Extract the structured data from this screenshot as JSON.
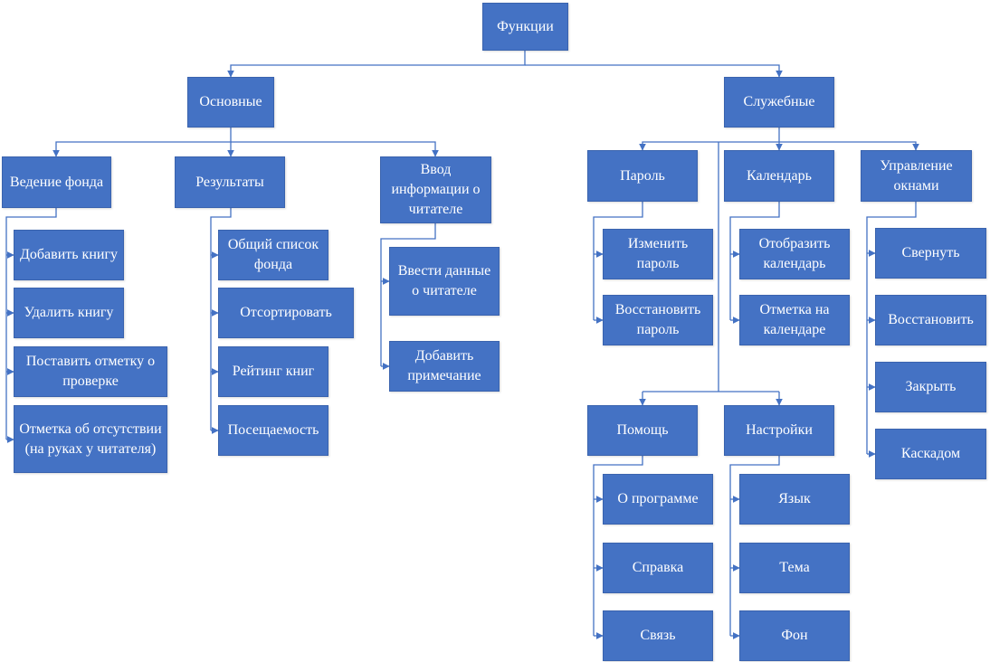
{
  "diagram": {
    "colors": {
      "box_fill": "#4472c4",
      "connector": "#4472c4",
      "text": "#ffffff"
    },
    "root": {
      "label": "Функции"
    },
    "main": {
      "label": "Основные",
      "groups": [
        {
          "label": "Ведение фонда",
          "items": [
            "Добавить книгу",
            "Удалить книгу",
            "Поставить отметку о проверке",
            "Отметка об отсутствии (на руках у читателя)"
          ]
        },
        {
          "label": "Результаты",
          "items": [
            "Общий список фонда",
            "Отсортировать",
            "Рейтинг книг",
            "Посещаемость"
          ]
        },
        {
          "label": "Ввод информации о читателе",
          "items": [
            "Ввести данные о читателе",
            "Добавить примечание"
          ]
        }
      ]
    },
    "service": {
      "label": "Служебные",
      "groups": [
        {
          "label": "Пароль",
          "items": [
            "Изменить пароль",
            "Восстановить пароль"
          ]
        },
        {
          "label": "Календарь",
          "items": [
            "Отобразить календарь",
            "Отметка на календаре"
          ]
        },
        {
          "label": "Управление окнами",
          "items": [
            "Свернуть",
            "Восстановить",
            "Закрыть",
            "Каскадом"
          ]
        },
        {
          "label": "Помощь",
          "items": [
            "О программе",
            "Справка",
            "Связь"
          ]
        },
        {
          "label": "Настройки",
          "items": [
            "Язык",
            "Тема",
            "Фон"
          ]
        }
      ]
    }
  }
}
